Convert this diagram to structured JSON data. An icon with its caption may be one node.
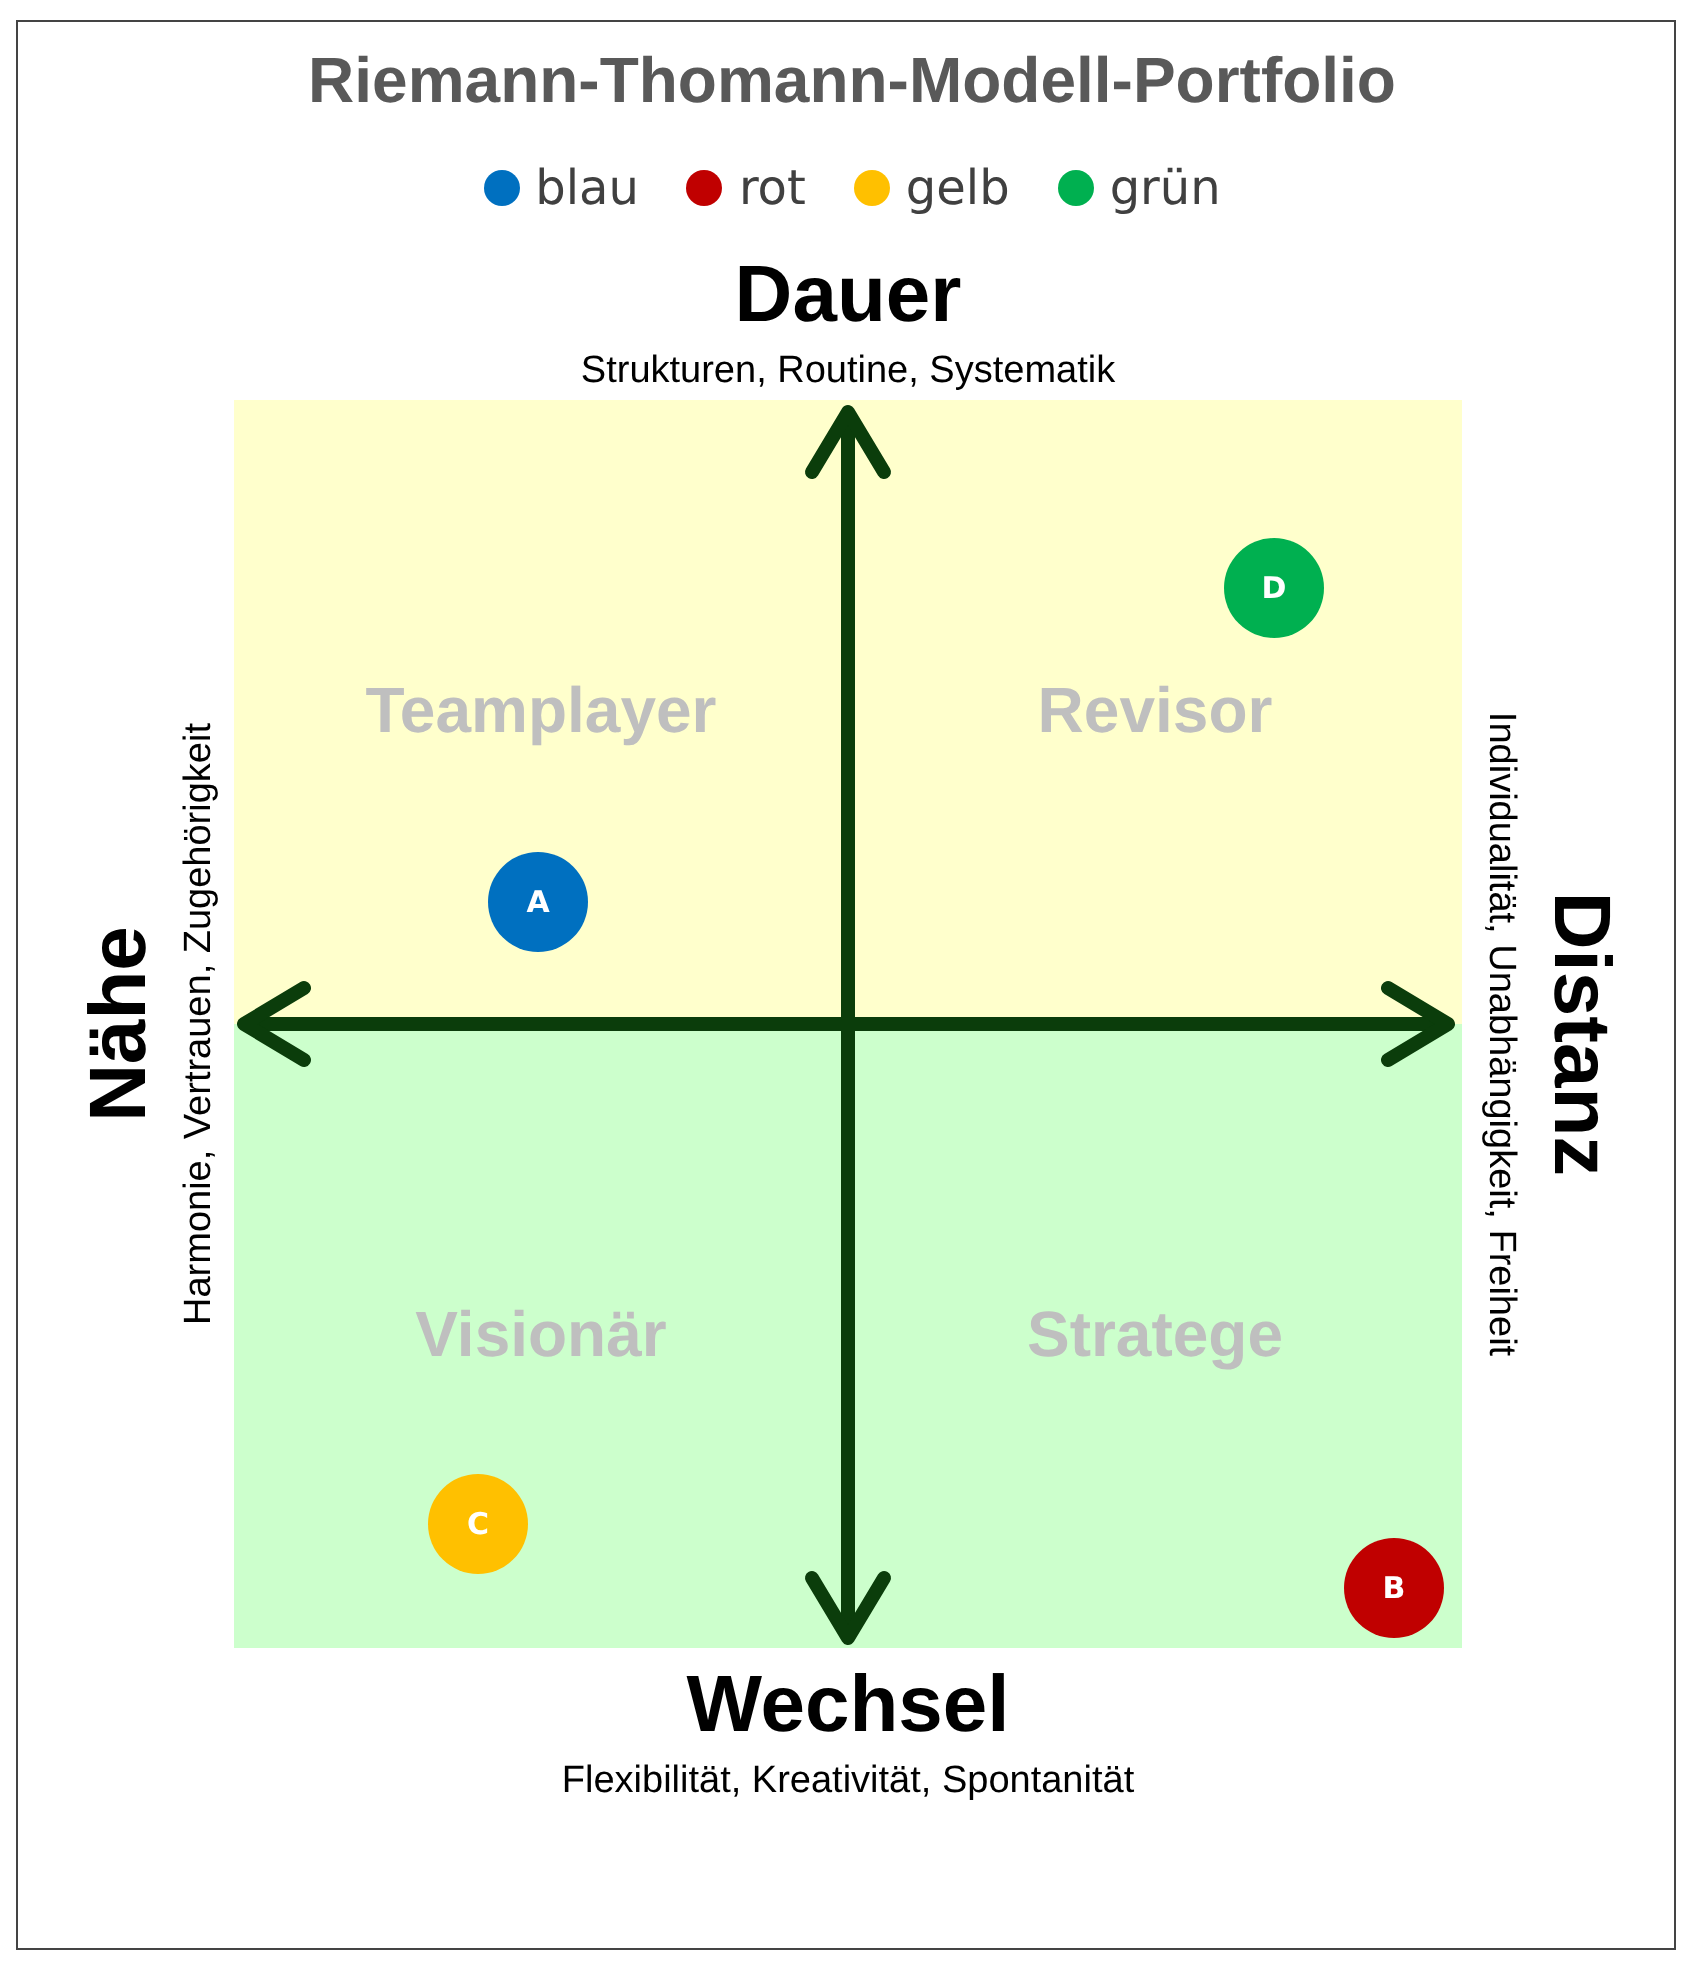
{
  "diagram": {
    "title": "Riemann-Thomann-Modell-Portfolio",
    "nodes": [
      {
        "text": [
          "Teamplayer"
        ]
      },
      {
        "text": [
          "Revisor"
        ]
      },
      {
        "text": [
          "Visionär"
        ]
      },
      {
        "text": [
          "Stratege"
        ]
      },
      {
        "text": [
          "D"
        ]
      },
      {
        "text": [
          "A"
        ]
      },
      {
        "text": [
          "C"
        ]
      },
      {
        "text": [
          "B"
        ]
      }
    ],
    "edges": [],
    "labels": [
      "Dauer",
      "Strukturen, Routine, Systematik",
      "Nähe",
      "Harmonie, Vertrauen, Zugehörigkeit",
      "Distanz",
      "Individualität, Unabhängigkeit, Freiheit",
      "Wechsel",
      "Flexibilität, Kreativität, Spontanität"
    ],
    "legend": [
      {
        "text": "blau",
        "color": "#0070c0"
      },
      {
        "text": "rot",
        "color": "#c00000"
      },
      {
        "text": "gelb",
        "color": "#ffc000"
      },
      {
        "text": "grün",
        "color": "#00b050"
      }
    ]
  }
}
